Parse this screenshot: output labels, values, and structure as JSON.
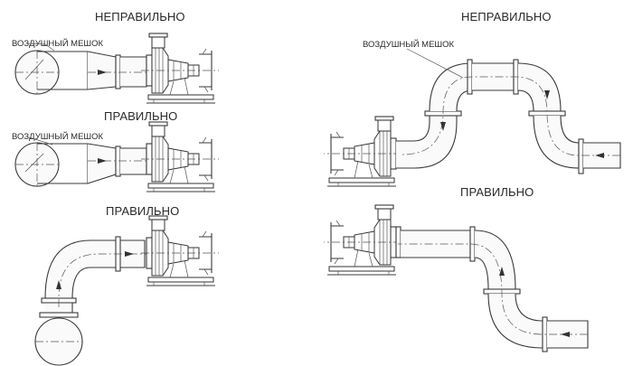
{
  "panels": {
    "top_left": {
      "heading": "НЕПРАВИЛЬНО",
      "note": "ВОЗДУШНЫЙ МЕШОК"
    },
    "mid_left": {
      "heading": "ПРАВИЛЬНО",
      "note": "ВОЗДУШНЫЙ МЕШОК"
    },
    "bottom_left": {
      "heading": "ПРАВИЛЬНО"
    },
    "top_right": {
      "heading": "НЕПРАВИЛЬНО",
      "note": "ВОЗДУШНЫЙ МЕШОК"
    },
    "bottom_right": {
      "heading": "ПРАВИЛЬНО"
    }
  },
  "colors": {
    "ink": "#3a3a3a",
    "background": "#ffffff"
  }
}
